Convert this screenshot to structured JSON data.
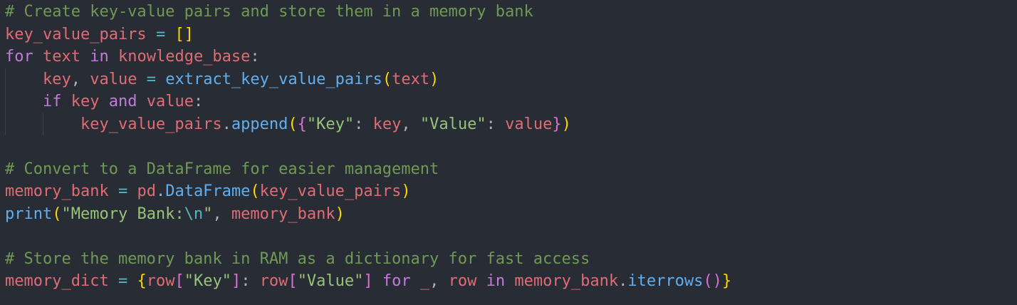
{
  "editor": {
    "background": "#282c34",
    "colors": {
      "default": "#abb2bf",
      "comment": "#6f9955",
      "keyword": "#c678dd",
      "variable": "#e06c75",
      "function": "#61afef",
      "string": "#98c379",
      "escape": "#56b6c2",
      "operator": "#56b6c2",
      "bracket1": "#ffd700",
      "bracket2": "#da70d6",
      "bracket3": "#179fff",
      "indent_guide": "#3b4048"
    },
    "lines": [
      {
        "indent_guides": [],
        "tokens": [
          {
            "text": "# Create key-value pairs and store them in a memory bank",
            "color": "comment"
          }
        ]
      },
      {
        "indent_guides": [],
        "tokens": [
          {
            "text": "key_value_pairs",
            "color": "variable"
          },
          {
            "text": " ",
            "color": "default"
          },
          {
            "text": "=",
            "color": "operator"
          },
          {
            "text": " ",
            "color": "default"
          },
          {
            "text": "[]",
            "color": "bracket1"
          }
        ]
      },
      {
        "indent_guides": [],
        "tokens": [
          {
            "text": "for",
            "color": "keyword"
          },
          {
            "text": " ",
            "color": "default"
          },
          {
            "text": "text",
            "color": "variable"
          },
          {
            "text": " ",
            "color": "default"
          },
          {
            "text": "in",
            "color": "keyword"
          },
          {
            "text": " ",
            "color": "default"
          },
          {
            "text": "knowledge_base",
            "color": "variable"
          },
          {
            "text": ":",
            "color": "default"
          }
        ]
      },
      {
        "indent_guides": [
          0
        ],
        "tokens": [
          {
            "text": "    ",
            "color": "default"
          },
          {
            "text": "key",
            "color": "variable"
          },
          {
            "text": ",",
            "color": "default"
          },
          {
            "text": " ",
            "color": "default"
          },
          {
            "text": "value",
            "color": "variable"
          },
          {
            "text": " ",
            "color": "default"
          },
          {
            "text": "=",
            "color": "operator"
          },
          {
            "text": " ",
            "color": "default"
          },
          {
            "text": "extract_key_value_pairs",
            "color": "function"
          },
          {
            "text": "(",
            "color": "bracket1"
          },
          {
            "text": "text",
            "color": "variable"
          },
          {
            "text": ")",
            "color": "bracket1"
          }
        ]
      },
      {
        "indent_guides": [
          0
        ],
        "tokens": [
          {
            "text": "    ",
            "color": "default"
          },
          {
            "text": "if",
            "color": "keyword"
          },
          {
            "text": " ",
            "color": "default"
          },
          {
            "text": "key",
            "color": "variable"
          },
          {
            "text": " ",
            "color": "default"
          },
          {
            "text": "and",
            "color": "keyword"
          },
          {
            "text": " ",
            "color": "default"
          },
          {
            "text": "value",
            "color": "variable"
          },
          {
            "text": ":",
            "color": "default"
          }
        ]
      },
      {
        "indent_guides": [
          0,
          4
        ],
        "tokens": [
          {
            "text": "        ",
            "color": "default"
          },
          {
            "text": "key_value_pairs",
            "color": "variable"
          },
          {
            "text": ".",
            "color": "default"
          },
          {
            "text": "append",
            "color": "function"
          },
          {
            "text": "(",
            "color": "bracket1"
          },
          {
            "text": "{",
            "color": "bracket2"
          },
          {
            "text": "\"Key\"",
            "color": "string"
          },
          {
            "text": ":",
            "color": "default"
          },
          {
            "text": " ",
            "color": "default"
          },
          {
            "text": "key",
            "color": "variable"
          },
          {
            "text": ",",
            "color": "default"
          },
          {
            "text": " ",
            "color": "default"
          },
          {
            "text": "\"Value\"",
            "color": "string"
          },
          {
            "text": ":",
            "color": "default"
          },
          {
            "text": " ",
            "color": "default"
          },
          {
            "text": "value",
            "color": "variable"
          },
          {
            "text": "}",
            "color": "bracket2"
          },
          {
            "text": ")",
            "color": "bracket1"
          }
        ]
      },
      {
        "indent_guides": [],
        "tokens": []
      },
      {
        "indent_guides": [],
        "tokens": [
          {
            "text": "# Convert to a DataFrame for easier management",
            "color": "comment"
          }
        ]
      },
      {
        "indent_guides": [],
        "tokens": [
          {
            "text": "memory_bank",
            "color": "variable"
          },
          {
            "text": " ",
            "color": "default"
          },
          {
            "text": "=",
            "color": "operator"
          },
          {
            "text": " ",
            "color": "default"
          },
          {
            "text": "pd",
            "color": "variable"
          },
          {
            "text": ".",
            "color": "default"
          },
          {
            "text": "DataFrame",
            "color": "function"
          },
          {
            "text": "(",
            "color": "bracket1"
          },
          {
            "text": "key_value_pairs",
            "color": "variable"
          },
          {
            "text": ")",
            "color": "bracket1"
          }
        ]
      },
      {
        "indent_guides": [],
        "tokens": [
          {
            "text": "print",
            "color": "function"
          },
          {
            "text": "(",
            "color": "bracket1"
          },
          {
            "text": "\"Memory Bank:",
            "color": "string"
          },
          {
            "text": "\\n",
            "color": "escape"
          },
          {
            "text": "\"",
            "color": "string"
          },
          {
            "text": ",",
            "color": "default"
          },
          {
            "text": " ",
            "color": "default"
          },
          {
            "text": "memory_bank",
            "color": "variable"
          },
          {
            "text": ")",
            "color": "bracket1"
          }
        ]
      },
      {
        "indent_guides": [],
        "tokens": []
      },
      {
        "indent_guides": [],
        "tokens": [
          {
            "text": "# Store the memory bank in RAM as a dictionary for fast access",
            "color": "comment"
          }
        ]
      },
      {
        "indent_guides": [],
        "tokens": [
          {
            "text": "memory_dict",
            "color": "variable"
          },
          {
            "text": " ",
            "color": "default"
          },
          {
            "text": "=",
            "color": "operator"
          },
          {
            "text": " ",
            "color": "default"
          },
          {
            "text": "{",
            "color": "bracket1"
          },
          {
            "text": "row",
            "color": "variable"
          },
          {
            "text": "[",
            "color": "bracket2"
          },
          {
            "text": "\"Key\"",
            "color": "string"
          },
          {
            "text": "]",
            "color": "bracket2"
          },
          {
            "text": ":",
            "color": "default"
          },
          {
            "text": " ",
            "color": "default"
          },
          {
            "text": "row",
            "color": "variable"
          },
          {
            "text": "[",
            "color": "bracket2"
          },
          {
            "text": "\"Value\"",
            "color": "string"
          },
          {
            "text": "]",
            "color": "bracket2"
          },
          {
            "text": " ",
            "color": "default"
          },
          {
            "text": "for",
            "color": "keyword"
          },
          {
            "text": " ",
            "color": "default"
          },
          {
            "text": "_",
            "color": "variable"
          },
          {
            "text": ",",
            "color": "default"
          },
          {
            "text": " ",
            "color": "default"
          },
          {
            "text": "row",
            "color": "variable"
          },
          {
            "text": " ",
            "color": "default"
          },
          {
            "text": "in",
            "color": "keyword"
          },
          {
            "text": " ",
            "color": "default"
          },
          {
            "text": "memory_bank",
            "color": "variable"
          },
          {
            "text": ".",
            "color": "default"
          },
          {
            "text": "iterrows",
            "color": "function"
          },
          {
            "text": "(",
            "color": "bracket2"
          },
          {
            "text": ")",
            "color": "bracket2"
          },
          {
            "text": "}",
            "color": "bracket1"
          }
        ]
      },
      {
        "indent_guides": [],
        "tokens": []
      }
    ]
  }
}
